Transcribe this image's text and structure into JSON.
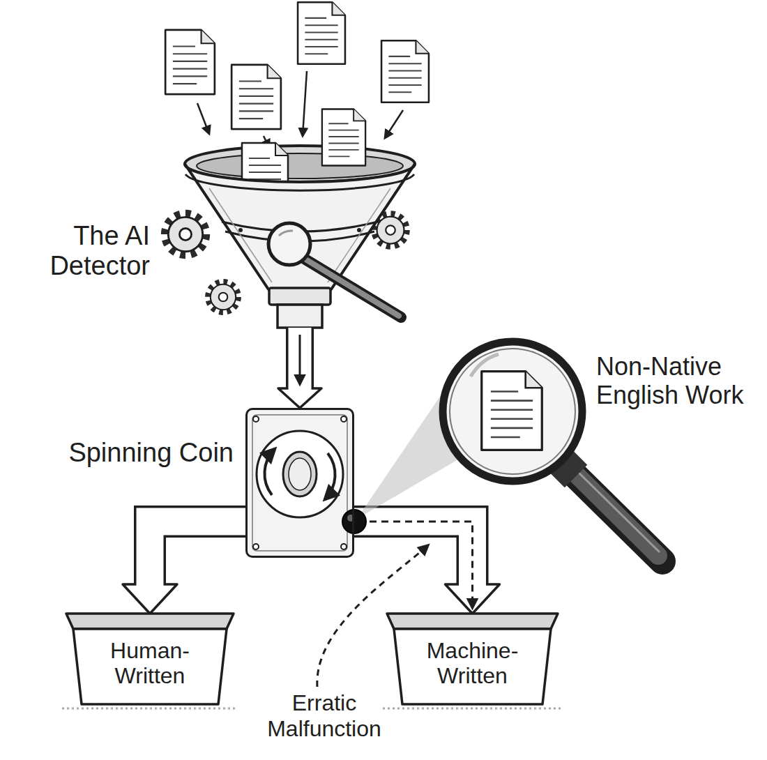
{
  "diagram": {
    "nodes": [
      {
        "text": [
          "The AI Detector"
        ]
      },
      {
        "text": [
          "Spinning Coin"
        ]
      },
      {
        "text": [
          "Human-Written"
        ]
      },
      {
        "text": [
          "Machine-Written"
        ]
      }
    ],
    "edges": [
      {
        "from": 0,
        "to": 1,
        "arrow": "to"
      },
      {
        "from": 1,
        "to": 2,
        "arrow": "to"
      },
      {
        "from": 1,
        "to": 3,
        "arrow": "to"
      }
    ],
    "labels": [
      "Non-Native English Work",
      "Erratic Malfunction"
    ]
  }
}
